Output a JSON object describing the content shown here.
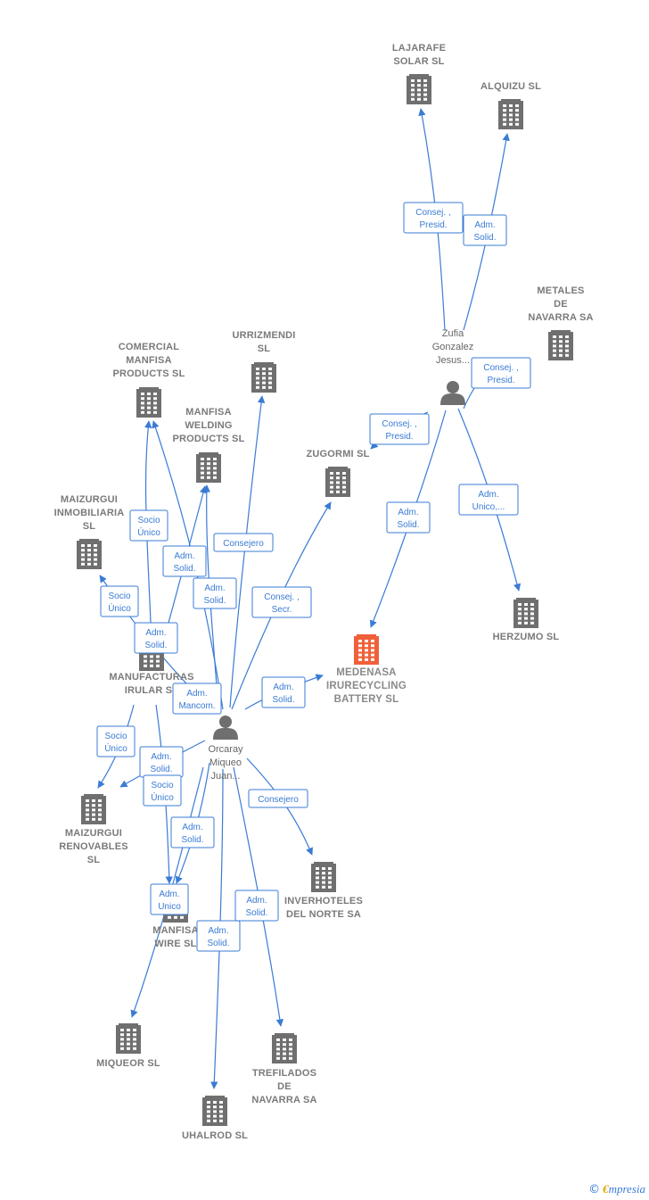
{
  "companies": [
    {
      "id": "lajarafe",
      "lines": [
        "LAJARAFE",
        "SOLAR  SL"
      ]
    },
    {
      "id": "alquizu",
      "lines": [
        "ALQUIZU SL"
      ]
    },
    {
      "id": "metales",
      "lines": [
        "METALES",
        "DE",
        "NAVARRA SA"
      ]
    },
    {
      "id": "comercial",
      "lines": [
        "COMERCIAL",
        "MANFISA",
        "PRODUCTS  SL"
      ]
    },
    {
      "id": "urrizmendi",
      "lines": [
        "URRIZMENDI",
        "SL"
      ]
    },
    {
      "id": "manfisa_welding",
      "lines": [
        "MANFISA",
        "WELDING",
        "PRODUCTS  SL"
      ]
    },
    {
      "id": "zugormi",
      "lines": [
        "ZUGORMI  SL"
      ]
    },
    {
      "id": "maizurgui_inmob",
      "lines": [
        "MAIZURGUI",
        "INMOBILIARIA",
        "SL"
      ]
    },
    {
      "id": "manufacturas",
      "lines": [
        "MANUFACTURAS",
        "IRULAR SL"
      ]
    },
    {
      "id": "medenasa",
      "lines": [
        "MEDENASA",
        "IRURECYCLING",
        "BATTERY  SL"
      ],
      "main": true
    },
    {
      "id": "herzumo",
      "lines": [
        "HERZUMO  SL"
      ]
    },
    {
      "id": "maizurgui_renov",
      "lines": [
        "MAIZURGUI",
        "RENOVABLES",
        "SL"
      ]
    },
    {
      "id": "inverhoteles",
      "lines": [
        "INVERHOTELES",
        "DEL NORTE SA"
      ]
    },
    {
      "id": "manfisa_wire",
      "lines": [
        "MANFISA",
        "WIRE  SL"
      ]
    },
    {
      "id": "miqueor",
      "lines": [
        "MIQUEOR  SL"
      ]
    },
    {
      "id": "trefilados",
      "lines": [
        "TREFILADOS",
        "DE",
        "NAVARRA SA"
      ]
    },
    {
      "id": "uhalrod",
      "lines": [
        "UHALROD SL"
      ]
    }
  ],
  "persons": [
    {
      "id": "zufia",
      "lines": [
        "Zufia",
        "Gonzalez",
        "Jesus..."
      ]
    },
    {
      "id": "orcaray",
      "lines": [
        "Orcaray",
        "Miqueo",
        "Juan..."
      ]
    }
  ],
  "relations": [
    {
      "id": "r1",
      "lines": [
        "Consej. ,",
        "Presid."
      ]
    },
    {
      "id": "r2",
      "lines": [
        "Adm.",
        "Solid."
      ]
    },
    {
      "id": "r3",
      "lines": [
        "Consej. ,",
        "Presid."
      ]
    },
    {
      "id": "r4",
      "lines": [
        "Consej. ,",
        "Presid."
      ]
    },
    {
      "id": "r5",
      "lines": [
        "Adm.",
        "Solid."
      ]
    },
    {
      "id": "r6",
      "lines": [
        "Adm.",
        "Unico,..."
      ]
    },
    {
      "id": "r7",
      "lines": [
        "Socio",
        "Único"
      ]
    },
    {
      "id": "r8",
      "lines": [
        "Adm.",
        "Solid."
      ]
    },
    {
      "id": "r9",
      "lines": [
        "Consejero"
      ]
    },
    {
      "id": "r10",
      "lines": [
        "Adm.",
        "Solid."
      ]
    },
    {
      "id": "r11",
      "lines": [
        "Socio",
        "Único"
      ]
    },
    {
      "id": "r12",
      "lines": [
        "Consej. ,",
        "Secr."
      ]
    },
    {
      "id": "r13",
      "lines": [
        "Adm.",
        "Solid."
      ]
    },
    {
      "id": "r14",
      "lines": [
        "Adm.",
        "Mancom."
      ]
    },
    {
      "id": "r15",
      "lines": [
        "Adm.",
        "Solid."
      ]
    },
    {
      "id": "r16",
      "lines": [
        "Socio",
        "Único"
      ]
    },
    {
      "id": "r17",
      "lines": [
        "Adm.",
        "Solid."
      ]
    },
    {
      "id": "r18",
      "lines": [
        "Socio",
        "Único"
      ]
    },
    {
      "id": "r19",
      "lines": [
        "Consejero"
      ]
    },
    {
      "id": "r20",
      "lines": [
        "Adm.",
        "Solid."
      ]
    },
    {
      "id": "r21",
      "lines": [
        "Adm.",
        "Unico"
      ]
    },
    {
      "id": "r22",
      "lines": [
        "Adm.",
        "Solid."
      ]
    },
    {
      "id": "r23",
      "lines": [
        "Adm.",
        "Solid."
      ]
    }
  ],
  "colors": {
    "edge": "#3a7bd5",
    "building": "#6f6f6f",
    "main_building": "#f0603a",
    "person": "#6f6f6f"
  },
  "footer": {
    "copyright": "©",
    "brand_first": "€",
    "brand_rest": "mpresia"
  }
}
